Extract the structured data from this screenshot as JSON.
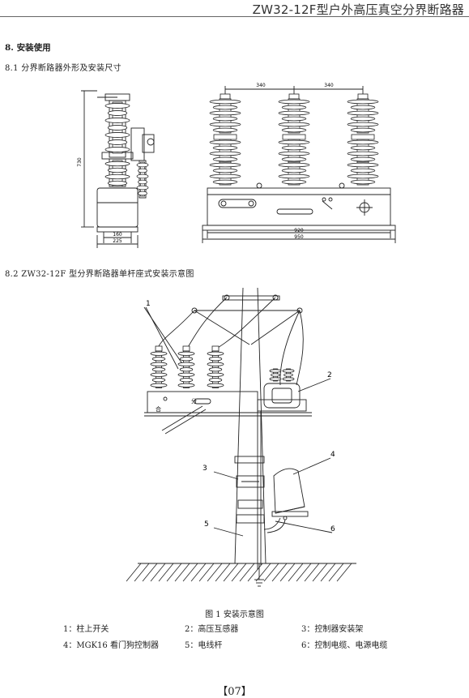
{
  "header": {
    "title": "ZW32-12F型户外高压真空分界断路器"
  },
  "section": {
    "heading": "8. 安装使用",
    "sub1": "8.1 分界断路器外形及安装尺寸",
    "sub2": "8.2  ZW32-12F 型分界断路器单杆座式安装示意图"
  },
  "drawing1": {
    "dim_height": "730",
    "dim_base_inner": "160",
    "dim_base_outer": "225",
    "dim_pitch_left": "340",
    "dim_pitch_right": "340",
    "dim_width_inner": "920",
    "dim_width_outer": "950"
  },
  "drawing2": {
    "callouts": [
      "1",
      "2",
      "3",
      "4",
      "5",
      "6"
    ],
    "panel_marks": [
      "合",
      "分"
    ]
  },
  "figure": {
    "caption": "图 1  安装示意图",
    "legend": [
      "1：柱上开关",
      "2：高压互感器",
      "3：控制器安装架",
      "4：MGK16 看门狗控制器",
      "5：电线杆",
      "6：控制电缆、电源电缆"
    ]
  },
  "page_number": "【07】"
}
